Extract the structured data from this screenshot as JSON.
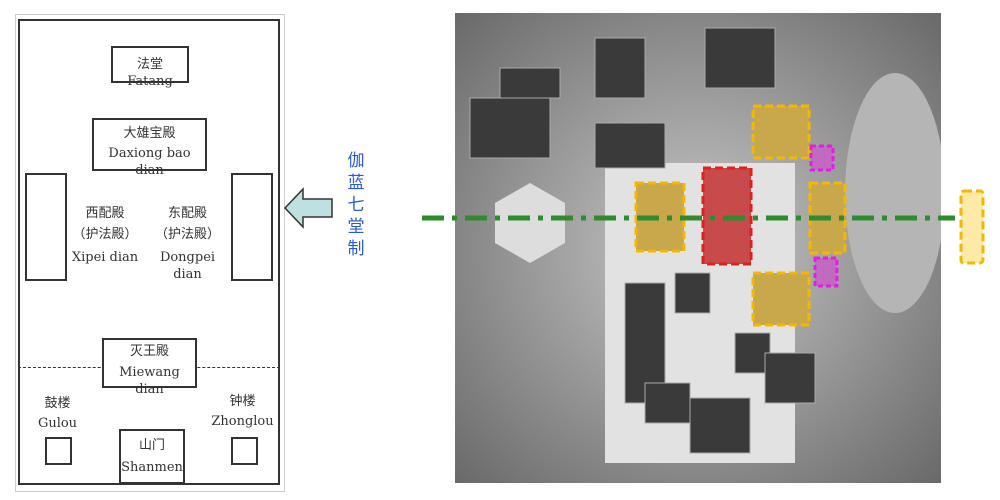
{
  "plan": {
    "fatang": "法堂 Fatang",
    "daxiong_cn": "大雄宝殿",
    "daxiong_en": "Daxiong bao dian",
    "xipei_cn": "西配殿",
    "xipei_sub": "（护法殿）",
    "xipei_en": "Xipei dian",
    "dongpei_cn": "东配殿",
    "dongpei_sub": "（护法殿）",
    "dongpei_en": "Dongpei dian",
    "miewang_cn": "灭王殿",
    "miewang_en": "Miewang dian",
    "gulou_cn": "鼓楼",
    "gulou_en": "Gulou",
    "zhonglou_cn": "钟楼",
    "zhonglou_en": "Zhonglou",
    "shanmen_cn": "山门",
    "shanmen_en": "Shanmen"
  },
  "arrow_label": "伽蓝七堂制",
  "colors": {
    "arrow_fill": "#bfe0e0",
    "label": "#2a5bd7",
    "axis": "#2e8b2e",
    "highlight_gold": "#f5b800",
    "main_hall": "#e0201e",
    "pavilion": "#e020e0"
  }
}
